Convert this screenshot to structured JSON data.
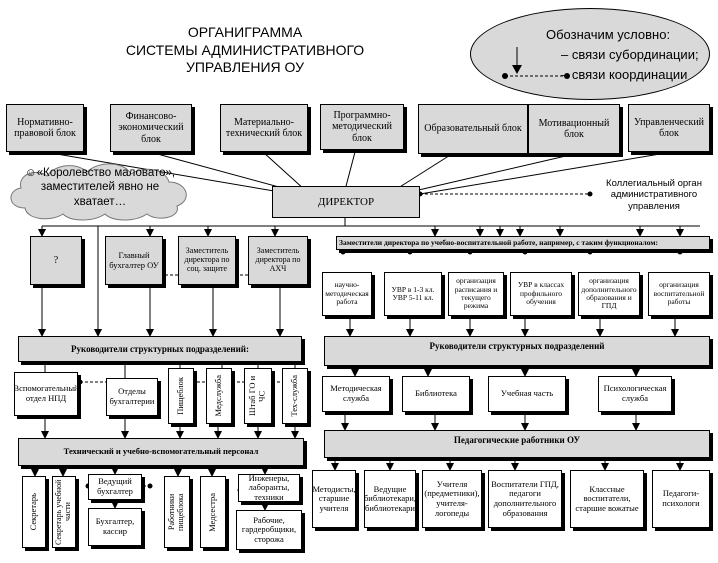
{
  "title": [
    "ОРГАНИГРАММА",
    "СИСТЕМЫ АДМИНИСТРАТИВНОГО",
    "УПРАВЛЕНИЯ ОУ"
  ],
  "legend": {
    "heading": "Обозначим условно:",
    "subordination": "– связи субординации;",
    "coordination": "– связи координации"
  },
  "cloud_note": "☺«Королевство маловато», заместителей явно не хватает…",
  "director": "ДИРЕКТОР",
  "collegial": "Коллегиальный орган административного управления",
  "blocks": [
    "Нормативно-правовой блок",
    "Финансово-экономический блок",
    "Материально-технический блок",
    "Программно-методический блок",
    "Образовательный блок",
    "Мотивационный блок",
    "Управленческий блок"
  ],
  "deputies": {
    "unknown": "?",
    "chief_accountant": "Главный бухгалтер ОУ",
    "social": "Заместитель директора по соц. защите",
    "ahch": "Заместитель директора по АХЧ",
    "uvr": "Заместители директора по учебно-воспитательной работе, например, с таким функционалом:"
  },
  "functions": [
    "научно-методическая работа",
    "УВР в 1-3 кл. УВР 5-11 кл.",
    "организация расписания и текущего режима",
    "УВР в классах профильного обучения",
    "организация дополнительного образования и ГПД",
    "организация воспитательной работы"
  ],
  "heads_left": "Руководители структурных подразделений:",
  "heads_right": "Руководители структурных подразделений",
  "left_units": [
    "Вспомогательный отдел НПД",
    "Отделы бухгалтерии",
    "Пищеблок",
    "Медслужба",
    "Штаб ГО и ЧС",
    "Тех-служба"
  ],
  "right_units": [
    "Методическая служба",
    "Библиотека",
    "Учебная часть",
    "Психологическая служба"
  ],
  "staff_left": "Технический и учебно-вспомогательный персонал",
  "staff_right": "Педагогические работники ОУ",
  "left_staff": {
    "secretary": "Секретарь",
    "secretary_uch": "Секретарь учебной части",
    "lead_accountant": "Ведущий бухгалтер",
    "accountant": "Бухгалтер, кассир",
    "canteen_workers": "Работники пищеблока",
    "med_nurse": "Медсестра",
    "engineers": "Инженеры, лаборанты, техники",
    "workers": "Рабочие, гардеробщики, сторожа"
  },
  "pedagogues": [
    "Методисты, старшие учителя",
    "Ведущие библиотекари, библиотекари",
    "Учителя (предметники), учителя-логопеды",
    "Воспитатели ГПД, педагоги дополнительного образования",
    "Классные воспитатели, старшие вожатые",
    "Педагоги-психологи"
  ]
}
